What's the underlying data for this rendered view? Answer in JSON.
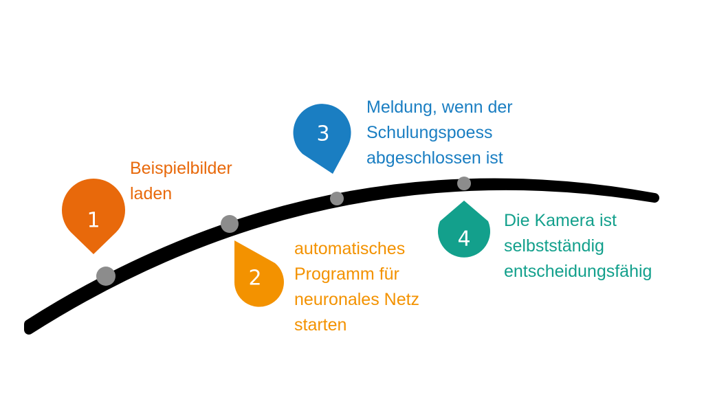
{
  "steps": [
    {
      "number": "1",
      "color": "#e8690b",
      "lines": [
        "Beispielbilder",
        "laden"
      ],
      "marker": "pin-down"
    },
    {
      "number": "2",
      "color": "#f39200",
      "lines": [
        "automatisches",
        "Programm für",
        "neuronales Netz",
        "starten"
      ],
      "marker": "drop-up"
    },
    {
      "number": "3",
      "color": "#1a7ec2",
      "lines": [
        "Meldung, wenn der",
        "Schulungspoess",
        "abgeschlossen ist"
      ],
      "marker": "pin-down"
    },
    {
      "number": "4",
      "color": "#13a08c",
      "lines": [
        "Die Kamera ist",
        "selbstständig",
        "entscheidungsfähig"
      ],
      "marker": "drop-up"
    }
  ],
  "timeline": {
    "line_color": "#000000",
    "node_color": "#8c8c8c"
  }
}
